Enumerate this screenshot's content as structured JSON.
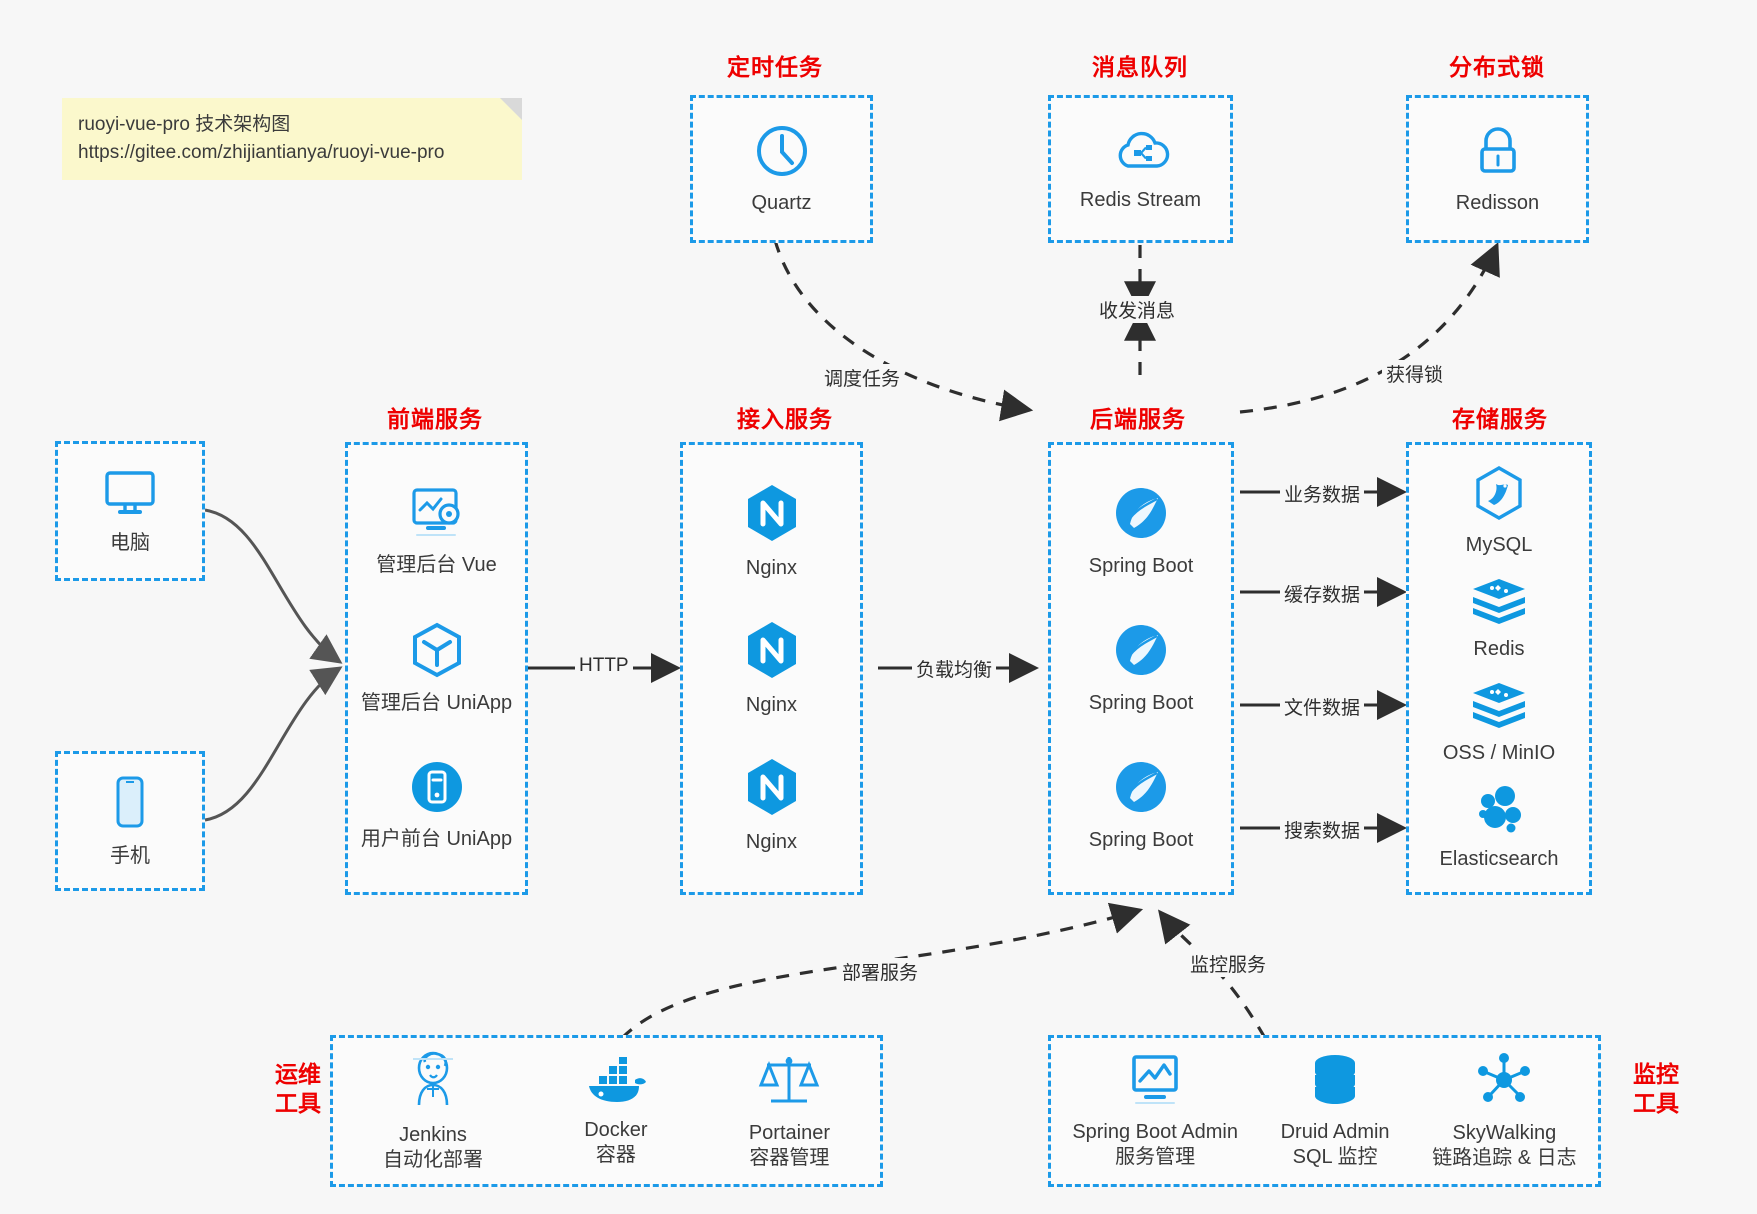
{
  "note": {
    "line1": "ruoyi-vue-pro 技术架构图",
    "line2": "https://gitee.com/zhijiantianya/ruoyi-vue-pro"
  },
  "colors": {
    "accent": "#1c9ae8",
    "title": "#ee0000",
    "text": "#3b3b3b",
    "background": "#f7f7f7",
    "note": "#fbf8cc",
    "edge": "#2e2e2e"
  },
  "groups": {
    "scheduled_task": {
      "title": "定时任务"
    },
    "message_queue": {
      "title": "消息队列"
    },
    "distributed_lock": {
      "title": "分布式锁"
    },
    "frontend": {
      "title": "前端服务"
    },
    "gateway": {
      "title": "接入服务"
    },
    "backend": {
      "title": "后端服务"
    },
    "storage": {
      "title": "存储服务"
    },
    "devops": {
      "title": "运维\n工具",
      "line1": "运维",
      "line2": "工具"
    },
    "monitor": {
      "title": "监控\n工具",
      "line1": "监控",
      "line2": "工具"
    }
  },
  "clients": [
    {
      "label": "电脑",
      "icon": "desktop-icon"
    },
    {
      "label": "手机",
      "icon": "mobile-icon"
    }
  ],
  "scheduled_task_items": [
    {
      "label": "Quartz",
      "icon": "clock-icon"
    }
  ],
  "message_queue_items": [
    {
      "label": "Redis Stream",
      "icon": "cloud-stream-icon"
    }
  ],
  "distributed_lock_items": [
    {
      "label": "Redisson",
      "icon": "lock-icon"
    }
  ],
  "frontend_items": [
    {
      "label": "管理后台 Vue",
      "icon": "dashboard-gear-icon"
    },
    {
      "label": "管理后台 UniApp",
      "icon": "hexagon-cube-icon"
    },
    {
      "label": "用户前台 UniApp",
      "icon": "app-circle-icon"
    }
  ],
  "gateway_items": [
    {
      "label": "Nginx",
      "icon": "nginx-icon"
    },
    {
      "label": "Nginx",
      "icon": "nginx-icon"
    },
    {
      "label": "Nginx",
      "icon": "nginx-icon"
    }
  ],
  "backend_items": [
    {
      "label": "Spring Boot",
      "icon": "spring-boot-icon"
    },
    {
      "label": "Spring Boot",
      "icon": "spring-boot-icon"
    },
    {
      "label": "Spring Boot",
      "icon": "spring-boot-icon"
    }
  ],
  "storage_items": [
    {
      "label": "MySQL",
      "icon": "mysql-icon"
    },
    {
      "label": "Redis",
      "icon": "redis-icon"
    },
    {
      "label": "OSS / MinIO",
      "icon": "redis-icon"
    },
    {
      "label": "Elasticsearch",
      "icon": "elasticsearch-icon"
    }
  ],
  "devops_items": [
    {
      "label": "Jenkins",
      "sub": "自动化部署",
      "icon": "jenkins-icon"
    },
    {
      "label": "Docker",
      "sub": "容器",
      "icon": "docker-icon"
    },
    {
      "label": "Portainer",
      "sub": "容器管理",
      "icon": "scales-icon"
    }
  ],
  "monitor_items": [
    {
      "label": "Spring Boot Admin",
      "sub": "服务管理",
      "icon": "monitor-chart-icon"
    },
    {
      "label": "Druid Admin",
      "sub": "SQL 监控",
      "icon": "database-icon"
    },
    {
      "label": "SkyWalking",
      "sub": "链路追踪 & 日志",
      "icon": "skywalking-icon"
    }
  ],
  "edge_labels": {
    "http": "HTTP",
    "load_balance": "负载均衡",
    "schedule_task": "调度任务",
    "send_receive_message": "收发消息",
    "acquire_lock": "获得锁",
    "business_data": "业务数据",
    "cache_data": "缓存数据",
    "file_data": "文件数据",
    "search_data": "搜索数据",
    "deploy_service": "部署服务",
    "monitor_service": "监控服务"
  }
}
